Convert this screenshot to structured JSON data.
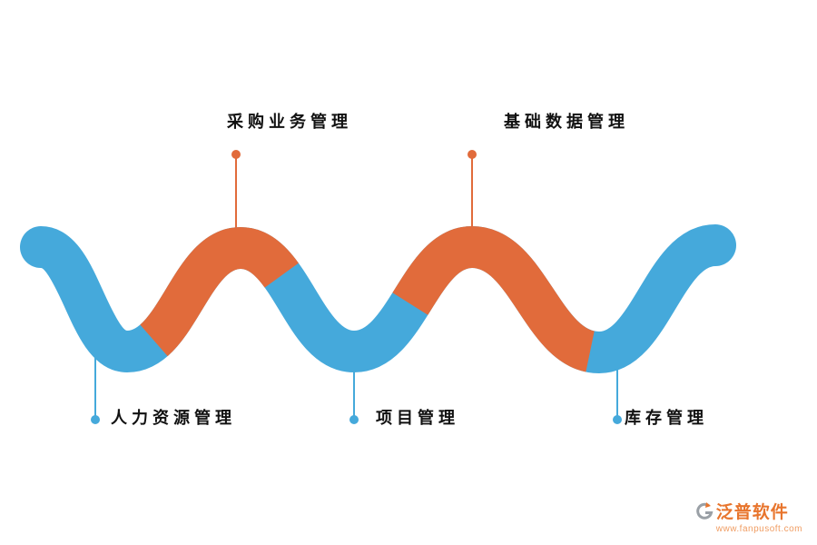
{
  "diagram": {
    "colors": {
      "blue": "#45A9DB",
      "orange": "#E16B3B",
      "text": "#111111"
    },
    "top_labels": [
      {
        "text": "采购业务管理"
      },
      {
        "text": "基础数据管理"
      }
    ],
    "bottom_labels": [
      {
        "text": "人力资源管理"
      },
      {
        "text": "项目管理"
      },
      {
        "text": "库存管理"
      }
    ]
  },
  "watermark": {
    "brand": "泛普软件",
    "url": "www.fanpusoft.com"
  }
}
